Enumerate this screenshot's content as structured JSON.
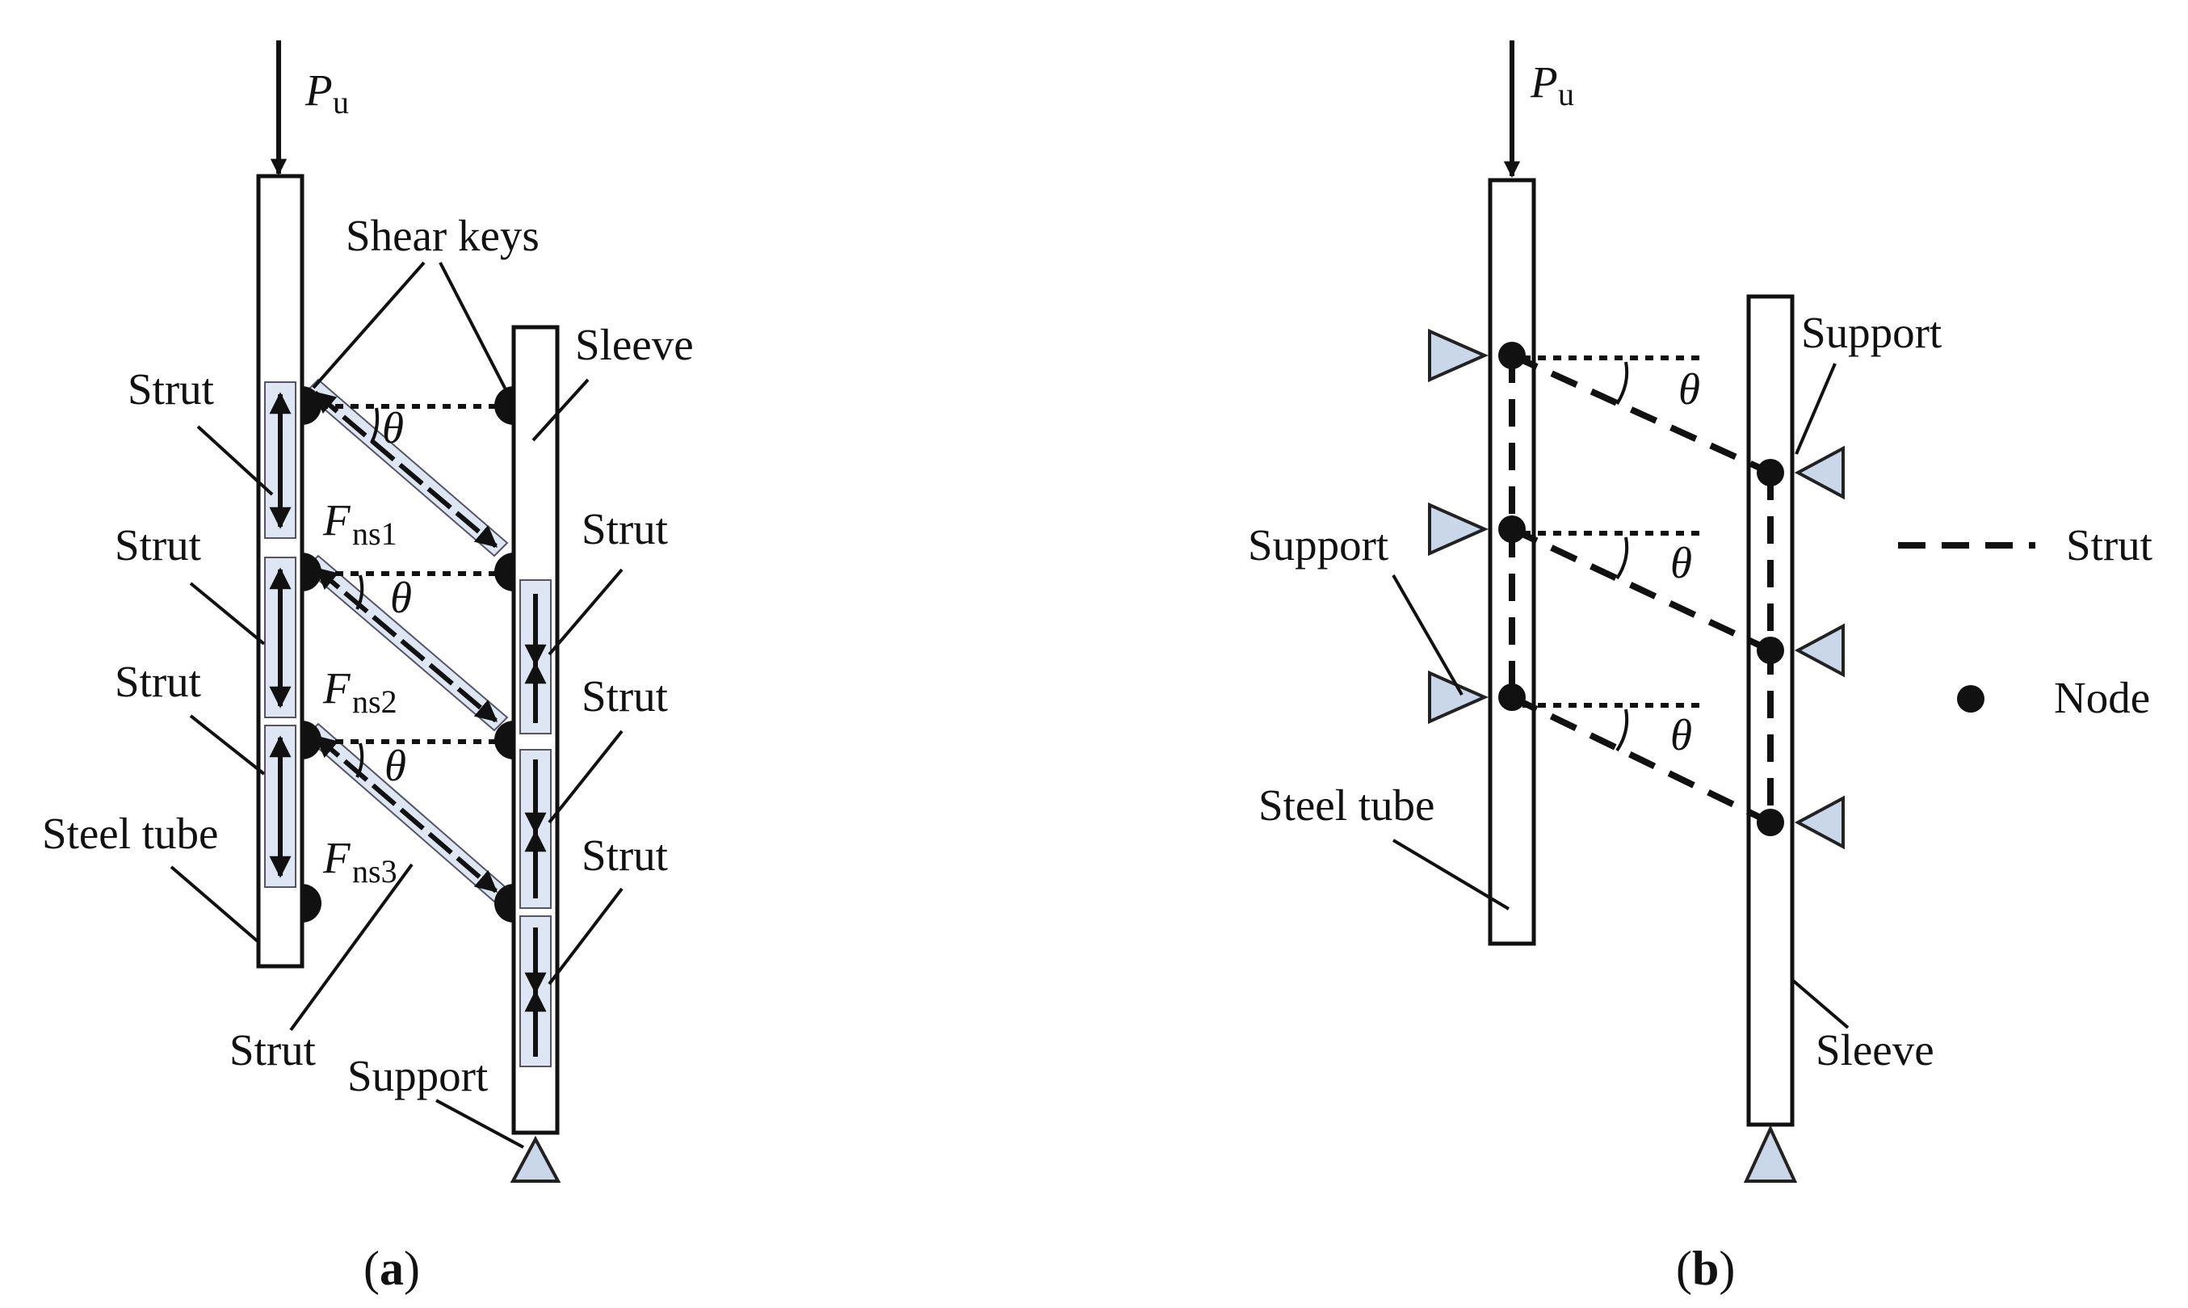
{
  "panel_a": {
    "load": {
      "symbol": "P",
      "subscript": "u"
    },
    "labels": {
      "shear_keys": "Shear keys",
      "sleeve": "Sleeve",
      "strut": "Strut",
      "steel_tube": "Steel tube",
      "support": "Support",
      "theta": "θ"
    },
    "forces": [
      {
        "symbol": "F",
        "subscript": "ns1"
      },
      {
        "symbol": "F",
        "subscript": "ns2"
      },
      {
        "symbol": "F",
        "subscript": "ns3"
      }
    ],
    "caption_letter": "a"
  },
  "panel_b": {
    "load": {
      "symbol": "P",
      "subscript": "u"
    },
    "labels": {
      "support": "Support",
      "steel_tube": "Steel tube",
      "sleeve": "Sleeve",
      "theta": "θ"
    },
    "legend": {
      "strut": "Strut",
      "node": "Node"
    },
    "caption_letter": "b"
  },
  "colors": {
    "strut_fill": "#dde6f2",
    "support_fill": "#c9d7e8",
    "line": "#111111"
  }
}
